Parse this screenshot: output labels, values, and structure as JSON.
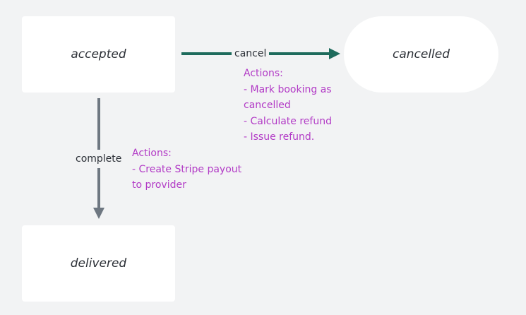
{
  "nodes": {
    "accepted": {
      "label": "accepted"
    },
    "cancelled": {
      "label": "cancelled"
    },
    "delivered": {
      "label": "delivered"
    }
  },
  "edges": {
    "cancel": {
      "label": "cancel",
      "color": "#1e6b5c",
      "actions": [
        "Actions:",
        "- Mark booking as",
        "cancelled",
        "- Calculate refund",
        "- Issue refund."
      ]
    },
    "complete": {
      "label": "complete",
      "color": "#6e7781",
      "actions": [
        "Actions:",
        "- Create Stripe payout",
        "to provider"
      ]
    }
  },
  "colors": {
    "background": "#f2f3f4",
    "node": "#ffffff",
    "text": "#2b2f36",
    "actions": "#b23bc6"
  }
}
